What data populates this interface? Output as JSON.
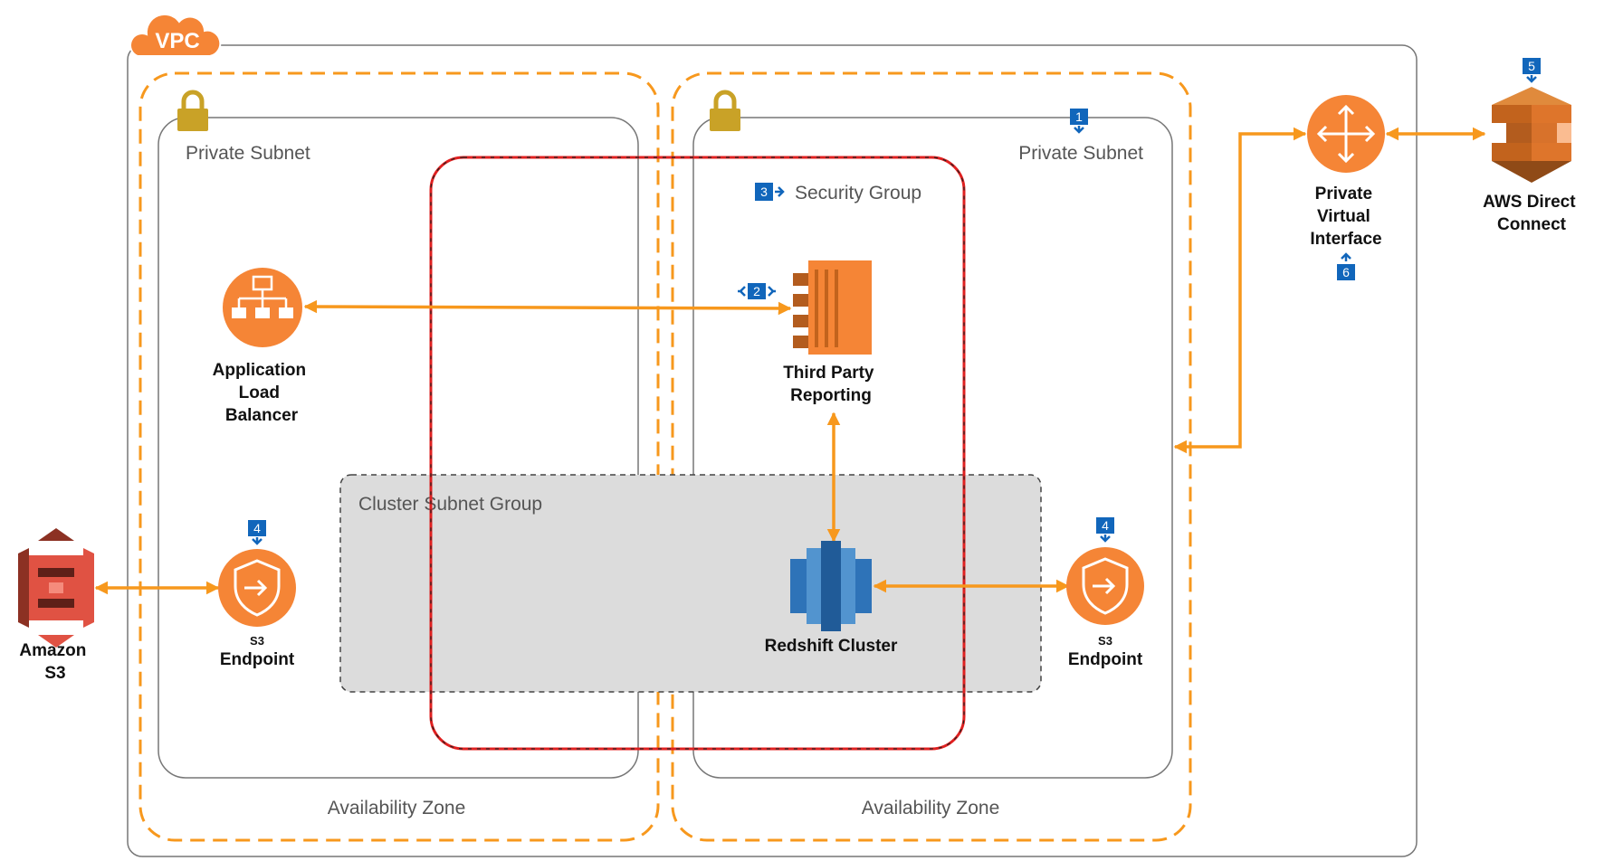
{
  "vpc": {
    "label": "VPC"
  },
  "availability_zones": [
    {
      "label": "Availability Zone"
    },
    {
      "label": "Availability Zone"
    }
  ],
  "subnets": [
    {
      "label": "Private Subnet"
    },
    {
      "label": "Private Subnet"
    }
  ],
  "security_group": {
    "label": "Security Group",
    "border_color": "#e02020"
  },
  "cluster_subnet_group": {
    "label": "Cluster Subnet Group"
  },
  "nodes": {
    "alb": {
      "icon": "load-balancer-icon",
      "lines": [
        "Application",
        "Load",
        "Balancer"
      ]
    },
    "third_party": {
      "icon": "ec2-instance-icon",
      "lines": [
        "Third Party",
        "Reporting"
      ]
    },
    "redshift": {
      "icon": "redshift-icon",
      "lines": [
        "Redshift Cluster"
      ]
    },
    "s3_endpoint_left": {
      "icon": "vpc-endpoint-icon",
      "superscript": "S3",
      "label": "Endpoint"
    },
    "s3_endpoint_right": {
      "icon": "vpc-endpoint-icon",
      "superscript": "S3",
      "label": "Endpoint"
    },
    "amazon_s3": {
      "icon": "s3-bucket-icon",
      "lines": [
        "Amazon",
        "S3"
      ]
    },
    "private_vif": {
      "icon": "router-icon",
      "lines": [
        "Private",
        "Virtual",
        "Interface"
      ]
    },
    "direct_connect": {
      "icon": "direct-connect-icon",
      "lines": [
        "AWS Direct",
        "Connect"
      ]
    }
  },
  "badges": {
    "b1": "1",
    "b2": "2",
    "b3": "3",
    "b4a": "4",
    "b4b": "4",
    "b5": "5",
    "b6": "6"
  },
  "colors": {
    "aws_orange": "#f58536",
    "arrow": "#f7981d",
    "badge_blue": "#1166bb",
    "lock": "#c9a227",
    "redshift_blue": "#2e73b8",
    "s3_red": "#e05243",
    "cluster_fill": "#dcdcdc"
  }
}
